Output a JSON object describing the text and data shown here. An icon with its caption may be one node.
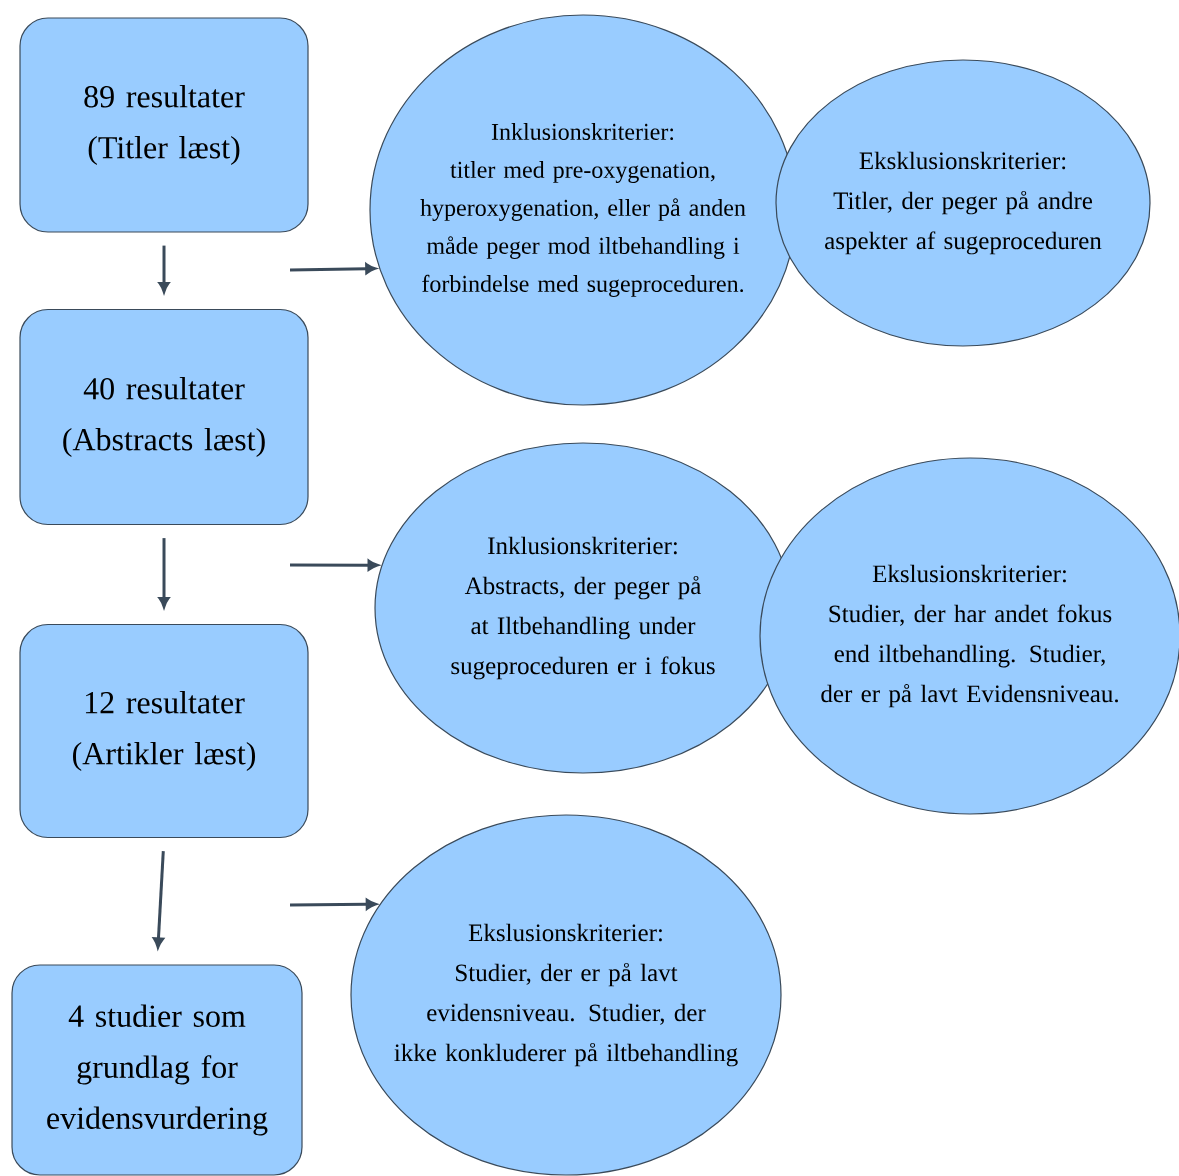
{
  "diagram": {
    "nodes": [
      {
        "text": [
          "89 resultater (Titler læst)"
        ]
      },
      {
        "text": [
          "Inklusionskriterier:",
          "titler med pre-oxygenation, hyperoxygenation, eller på anden måde peger mod iltbehandling i forbindelse med sugeproceduren."
        ]
      },
      {
        "text": [
          "Eksklusionskriterier:",
          "Titler, der peger på andre aspekter af sugeproceduren"
        ]
      },
      {
        "text": [
          "40 resultater (Abstracts læst)"
        ]
      },
      {
        "text": [
          "Inklusionskriterier:",
          "Abstracts, der peger på at Iltbehandling under sugeproceduren er i fokus"
        ]
      },
      {
        "text": [
          "Ekslusionskriterier:",
          "Studier, der har andet fokus end iltbehandling. Studier, der er på lavt Evidensniveau."
        ]
      },
      {
        "text": [
          "12 resultater (Artikler læst)"
        ]
      },
      {
        "text": [
          "4 studier som grundlag for evidensvurdering"
        ]
      },
      {
        "text": [
          "Ekslusionskriterier:",
          "Studier, der er på lavt evidensniveau. Studier, der ikke konkluderer på iltbehandling"
        ]
      }
    ],
    "edges": [
      {
        "from": 0,
        "to": 3,
        "arrow": "to"
      },
      {
        "from": null,
        "to": 1,
        "arrow": "to"
      },
      {
        "from": 3,
        "to": 6,
        "arrow": "to"
      },
      {
        "from": null,
        "to": 4,
        "arrow": "to"
      },
      {
        "from": 6,
        "to": 7,
        "arrow": "to"
      },
      {
        "from": null,
        "to": 8,
        "arrow": "to"
      }
    ]
  }
}
